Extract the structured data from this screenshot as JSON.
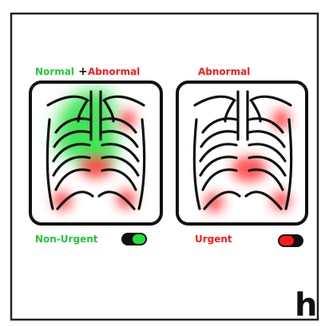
{
  "panel": {
    "letter": "h"
  },
  "left_xray": {
    "label_normal": "Normal",
    "plus": "+",
    "label_abnormal": "Abnormal",
    "status": "Non-Urgent",
    "colors": {
      "normal": "#22e03a",
      "abnormal": "#ff1a1a",
      "ink": "#111111"
    },
    "toggle": "green"
  },
  "right_xray": {
    "label_abnormal": "Abnormal",
    "status": "Urgent",
    "colors": {
      "abnormal": "#ff1a1a",
      "ink": "#111111"
    },
    "toggle": "red"
  }
}
